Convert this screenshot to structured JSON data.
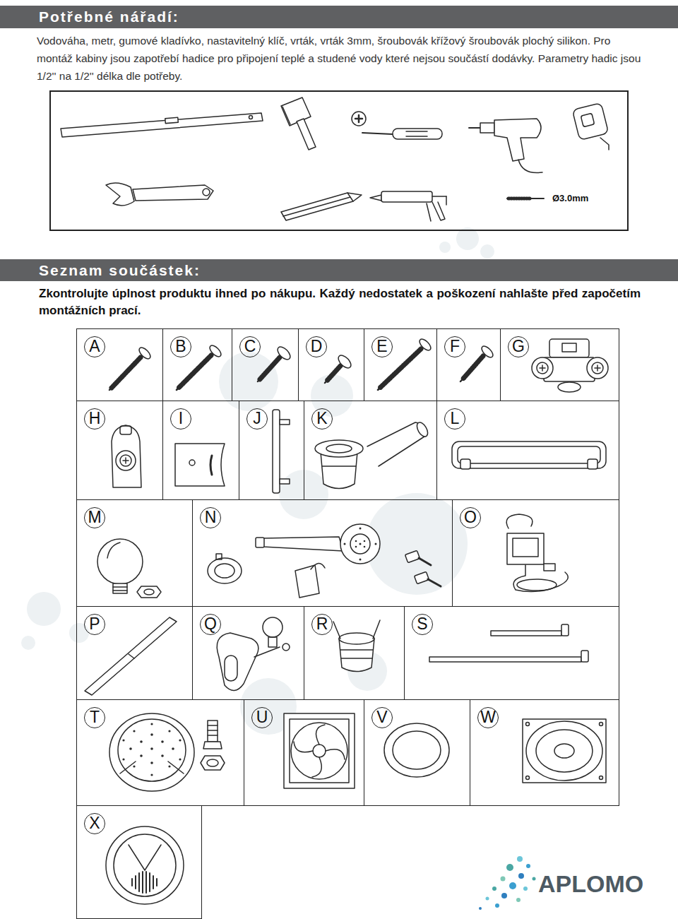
{
  "diagram": {
    "nodes": [
      {
        "text": [
          "Potřebné nářadí:"
        ]
      },
      {
        "text": [
          "Ø3.0mm"
        ]
      },
      {
        "text": [
          "Seznam součástek:"
        ]
      },
      {
        "text": [
          "A"
        ]
      },
      {
        "text": [
          "B"
        ]
      },
      {
        "text": [
          "C"
        ]
      },
      {
        "text": [
          "D"
        ]
      },
      {
        "text": [
          "E"
        ]
      },
      {
        "text": [
          "F"
        ]
      },
      {
        "text": [
          "G"
        ]
      },
      {
        "text": [
          "H"
        ]
      },
      {
        "text": [
          "I"
        ]
      },
      {
        "text": [
          "J"
        ]
      },
      {
        "text": [
          "K"
        ]
      },
      {
        "text": [
          "L"
        ]
      },
      {
        "text": [
          "M"
        ]
      },
      {
        "text": [
          "N"
        ]
      },
      {
        "text": [
          "O"
        ]
      },
      {
        "text": [
          "P"
        ]
      },
      {
        "text": [
          "Q"
        ]
      },
      {
        "text": [
          "R"
        ]
      },
      {
        "text": [
          "S"
        ]
      },
      {
        "text": [
          "T"
        ]
      },
      {
        "text": [
          "U"
        ]
      },
      {
        "text": [
          "V"
        ]
      },
      {
        "text": [
          "W"
        ]
      },
      {
        "text": [
          "X"
        ]
      }
    ],
    "labels": [
      "Vodováha, metr, gumové kladívko, nastavitelný klíč, vrták, vrták 3mm, šroubovák křížový šroubovák plochý silikon. Pro montáž kabiny jsou zapotřebí hadice pro připojení teplé a studené vody které nejsou součástí dodávky. Parametry hadic jsou 1/2'' na 1/2'' délka dle potřeby.",
      "Zkontrolujte úplnost produktu ihned po nákupu. Každý nedostatek a poškození nahlašte před započetím montážních prací.",
      "APLOMO"
    ]
  }
}
